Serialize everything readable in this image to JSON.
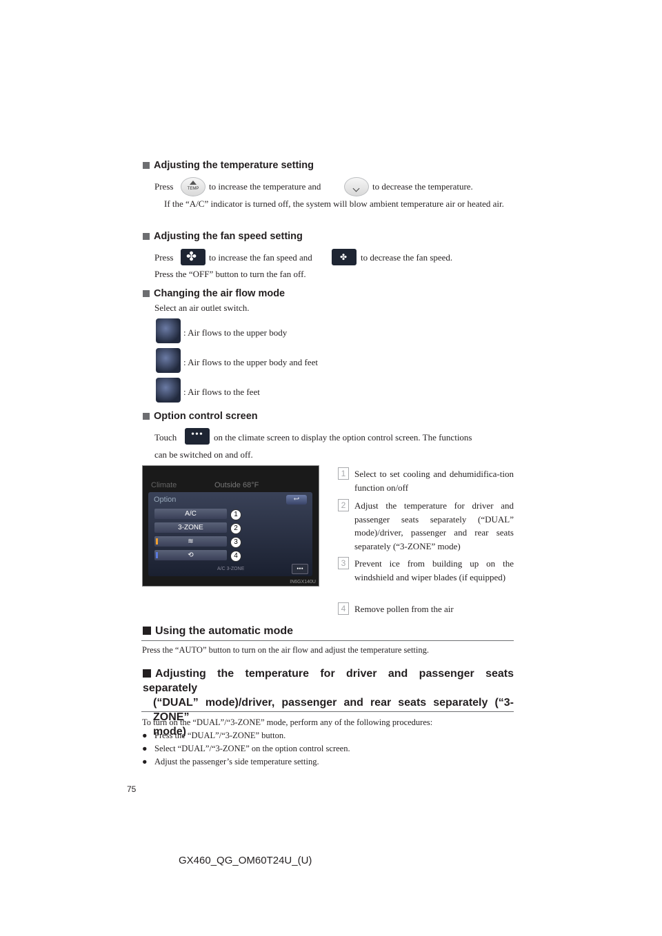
{
  "sections": {
    "temp": {
      "heading": "Adjusting the temperature setting",
      "press": "Press",
      "mid": "to increase the temperature and",
      "end": "to decrease the temperature.",
      "temp_btn_label": "TEMP",
      "note": "If the “A/C” indicator is turned off, the system will blow ambient temperature air or heated air."
    },
    "fan": {
      "heading": "Adjusting the fan speed setting",
      "press": "Press",
      "mid": "to increase the fan speed and",
      "end": "to decrease the fan speed.",
      "off": "Press the “OFF” button to turn the fan off."
    },
    "airflow": {
      "heading": "Changing the air flow mode",
      "intro": "Select an air outlet switch.",
      "items": [
        ": Air flows to the upper body",
        ": Air flows to the upper body and feet",
        ": Air flows to the feet"
      ]
    },
    "option": {
      "heading": "Option control screen",
      "touch": "Touch",
      "text": "on the climate screen to display the option control screen. The functions",
      "text2": "can be switched on and off.",
      "screen": {
        "title": "Climate",
        "outside": "Outside 68°F",
        "option_label": "Option",
        "buttons": [
          "A/C",
          "3-ZONE"
        ],
        "status": "A/C  3-ZONE",
        "code": "IN6GX140U"
      },
      "list": [
        {
          "num": "1",
          "text": "Select to set cooling and dehumidifica-tion function on/off"
        },
        {
          "num": "2",
          "text": "Adjust the temperature for driver and passenger seats separately (“DUAL” mode)/driver, passenger and rear seats separately (“3-ZONE” mode)"
        },
        {
          "num": "3",
          "text": "Prevent ice from building up on the windshield and wiper blades (if equipped)"
        },
        {
          "num": "4",
          "text": "Remove pollen from the air"
        }
      ]
    },
    "auto": {
      "heading": "Using the automatic mode",
      "text": "Press the “AUTO” button to turn on the air flow and adjust the temperature setting."
    },
    "dual": {
      "heading1": "Adjusting the temperature for driver and passenger seats separately",
      "heading2": "(“DUAL” mode)/driver, passenger and rear seats separately (“3-ZONE”",
      "heading3": "mode)",
      "intro": "To turn on the “DUAL”/“3-ZONE” mode, perform any of the following procedures:",
      "bullets": [
        "Press the “DUAL”/“3-ZONE” button.",
        "Select “DUAL”/“3-ZONE” on the option control screen.",
        "Adjust the passenger’s side temperature setting."
      ]
    }
  },
  "page_number": "75",
  "footer": "GX460_QG_OM60T24U_(U)"
}
